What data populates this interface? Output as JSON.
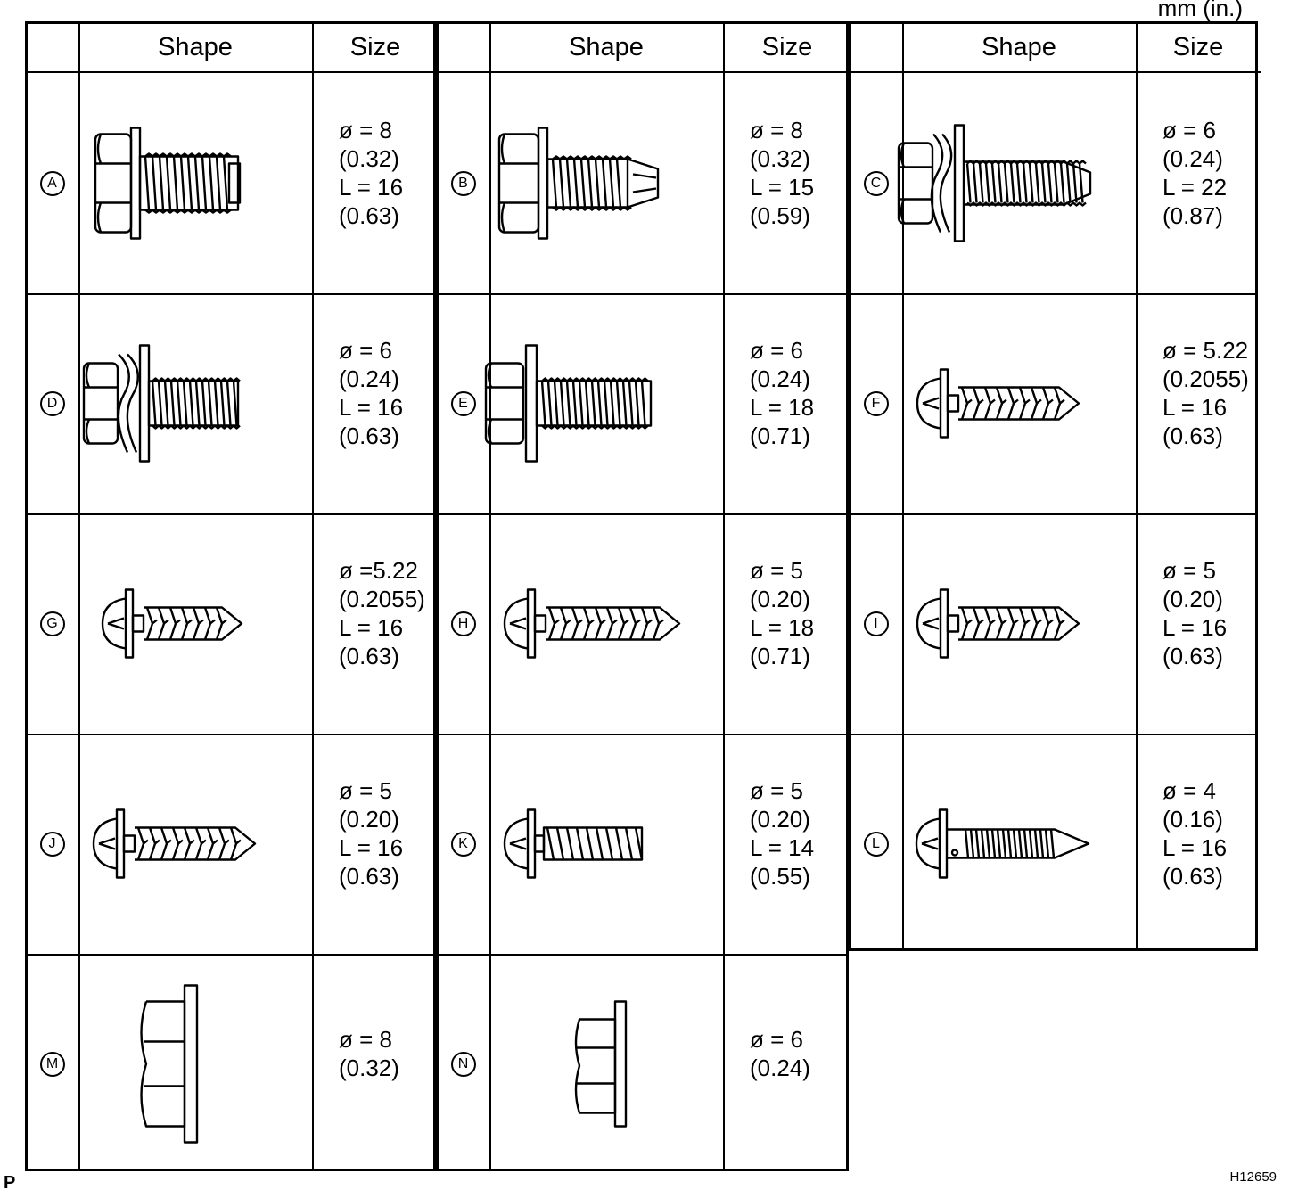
{
  "units": "mm (in.)",
  "corner_mark": "P",
  "figure_id": "H12659",
  "headers": {
    "shape": "Shape",
    "size": "Size"
  },
  "items": [
    {
      "letter": "A",
      "shape": "flange-hex-bolt",
      "size": [
        "ø = 8",
        "(0.32)",
        "L = 16",
        "(0.63)"
      ]
    },
    {
      "letter": "B",
      "shape": "flange-hex-bolt-tapered",
      "size": [
        "ø = 8",
        "(0.32)",
        "L = 15",
        "(0.59)"
      ]
    },
    {
      "letter": "C",
      "shape": "hex-bolt-washer-tapping",
      "size": [
        "ø = 6",
        "(0.24)",
        "L = 22",
        "(0.87)"
      ]
    },
    {
      "letter": "D",
      "shape": "hex-bolt-spring-washer",
      "size": [
        "ø = 6",
        "(0.24)",
        "L = 16",
        "(0.63)"
      ]
    },
    {
      "letter": "E",
      "shape": "hex-bolt-flat-washer",
      "size": [
        "ø = 6",
        "(0.24)",
        "L = 18",
        "(0.71)"
      ]
    },
    {
      "letter": "F",
      "shape": "pan-head-tapping-screw",
      "size": [
        "ø = 5.22",
        "(0.2055)",
        "L = 16",
        "(0.63)"
      ]
    },
    {
      "letter": "G",
      "shape": "pan-head-tapping-screw-short",
      "size": [
        "ø =5.22",
        "(0.2055)",
        "L = 16",
        "(0.63)"
      ]
    },
    {
      "letter": "H",
      "shape": "pan-head-tapping-screw-long",
      "size": [
        "ø = 5",
        "(0.20)",
        "L = 18",
        "(0.71)"
      ]
    },
    {
      "letter": "I",
      "shape": "pan-head-tapping-screw",
      "size": [
        "ø = 5",
        "(0.20)",
        "L = 16",
        "(0.63)"
      ]
    },
    {
      "letter": "J",
      "shape": "pan-head-tapping-screw",
      "size": [
        "ø = 5",
        "(0.20)",
        "L = 16",
        "(0.63)"
      ]
    },
    {
      "letter": "K",
      "shape": "pan-head-screw-blunt",
      "size": [
        "ø = 5",
        "(0.20)",
        "L = 14",
        "(0.55)"
      ]
    },
    {
      "letter": "L",
      "shape": "pan-head-screw-fine",
      "size": [
        "ø = 4",
        "(0.16)",
        "L = 16",
        "(0.63)"
      ]
    },
    {
      "letter": "M",
      "shape": "flange-nut",
      "size": [
        "ø = 8",
        "(0.32)"
      ]
    },
    {
      "letter": "N",
      "shape": "flange-nut-small",
      "size": [
        "ø = 6",
        "(0.24)"
      ]
    }
  ]
}
